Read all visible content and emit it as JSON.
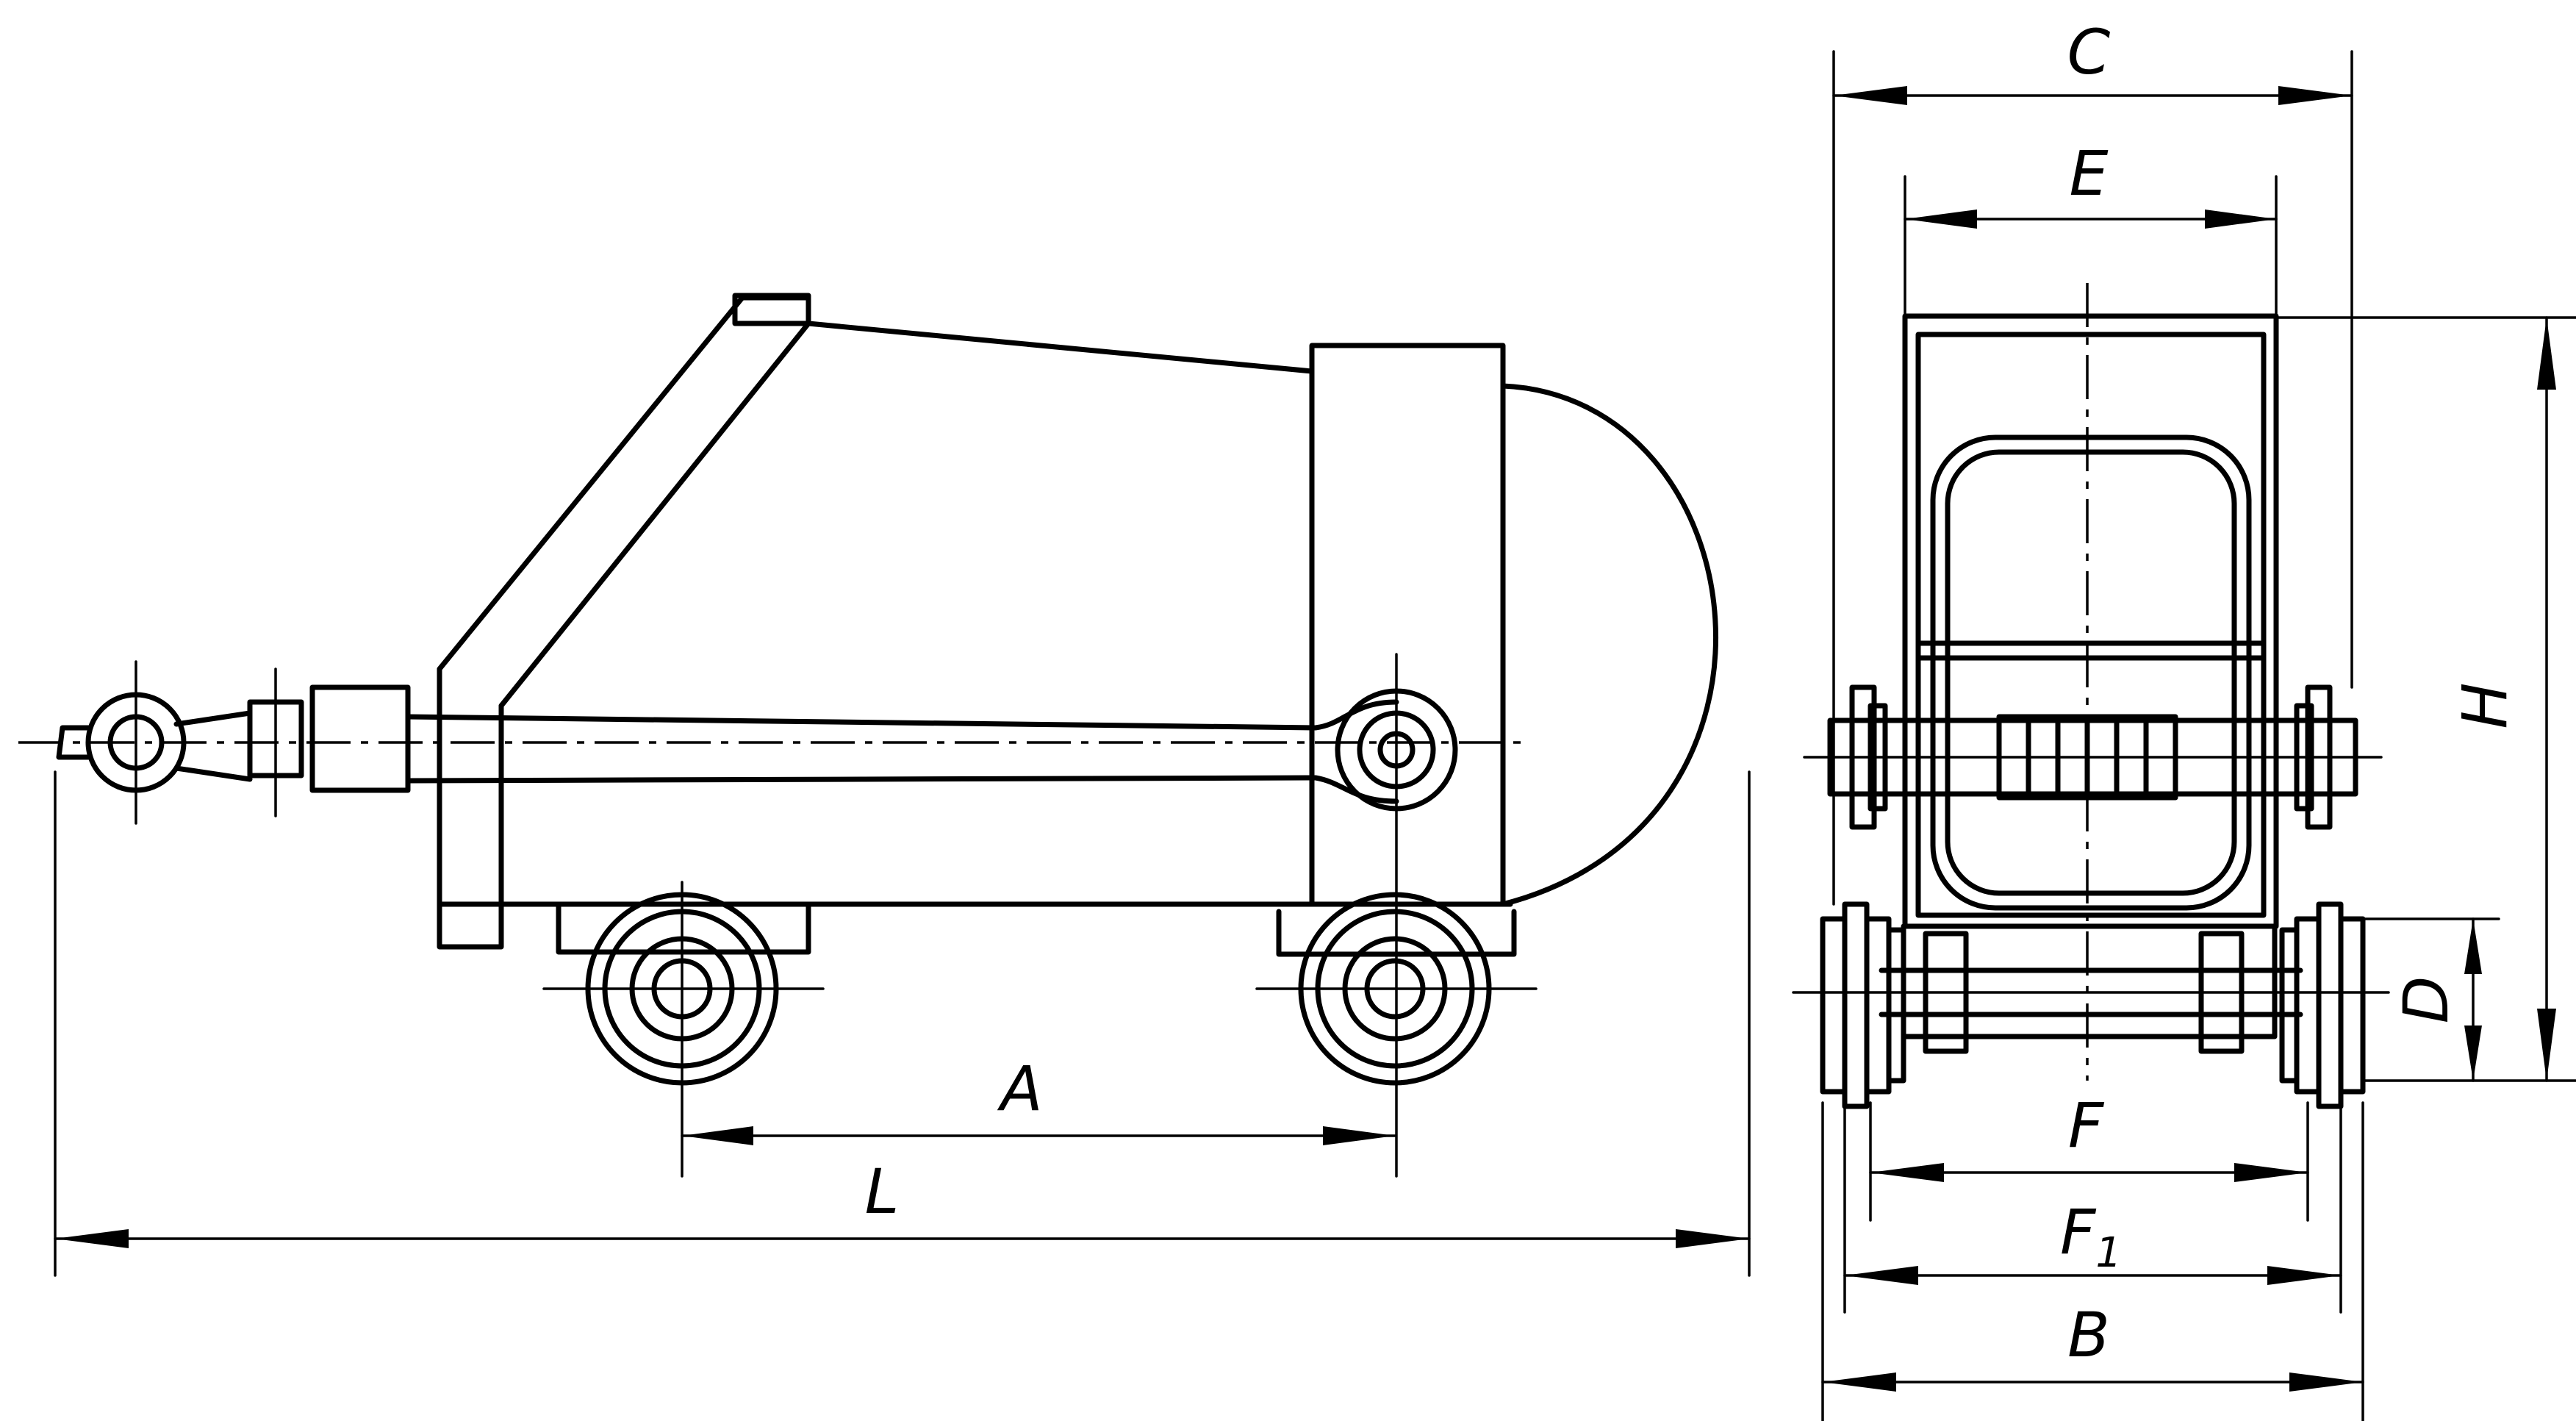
{
  "dimensions": {
    "A": "A",
    "L": "L",
    "C": "C",
    "E": "E",
    "H": "H",
    "D": "D",
    "F": "F",
    "F1_base": "F",
    "F1_sub": "1",
    "B": "B"
  }
}
